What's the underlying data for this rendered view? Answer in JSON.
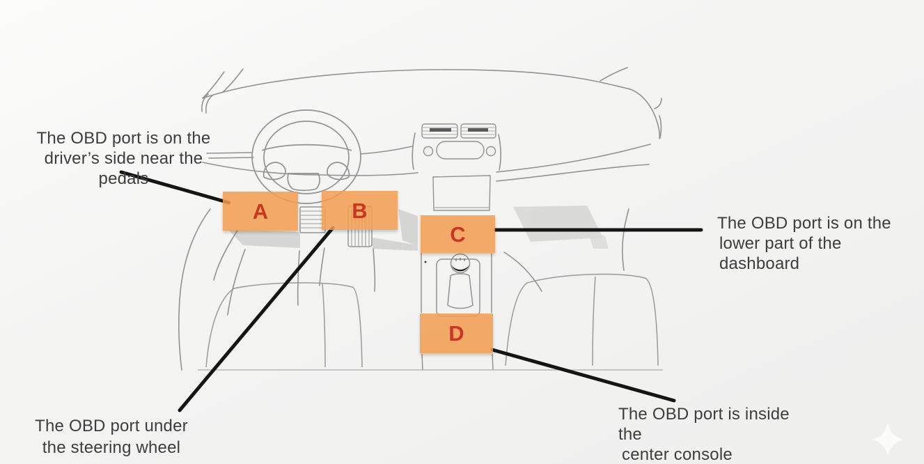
{
  "diagram": {
    "subject": "car-interior-obd-port-locations",
    "colors": {
      "highlight_box": "#f2a159",
      "zone_letter": "#c7391e",
      "leader_line": "#151515",
      "sketch_line": "#929292",
      "annotation_text": "#3d3d3f",
      "background": "#f2f2f1"
    },
    "zones": {
      "a": {
        "letter": "A"
      },
      "b": {
        "letter": "B"
      },
      "c": {
        "letter": "C"
      },
      "d": {
        "letter": "D"
      }
    },
    "annotations": {
      "pedals": {
        "line1": "The OBD port is on the",
        "line2": "driver’s side near the pedals"
      },
      "steering": {
        "line1": "The OBD port under",
        "line2": "the steering wheel"
      },
      "dashboard": {
        "line1": "The OBD port is on the",
        "line2": "lower part of the dashboard"
      },
      "console": {
        "line1": "The OBD port is inside the",
        "line2": "center console"
      }
    }
  }
}
